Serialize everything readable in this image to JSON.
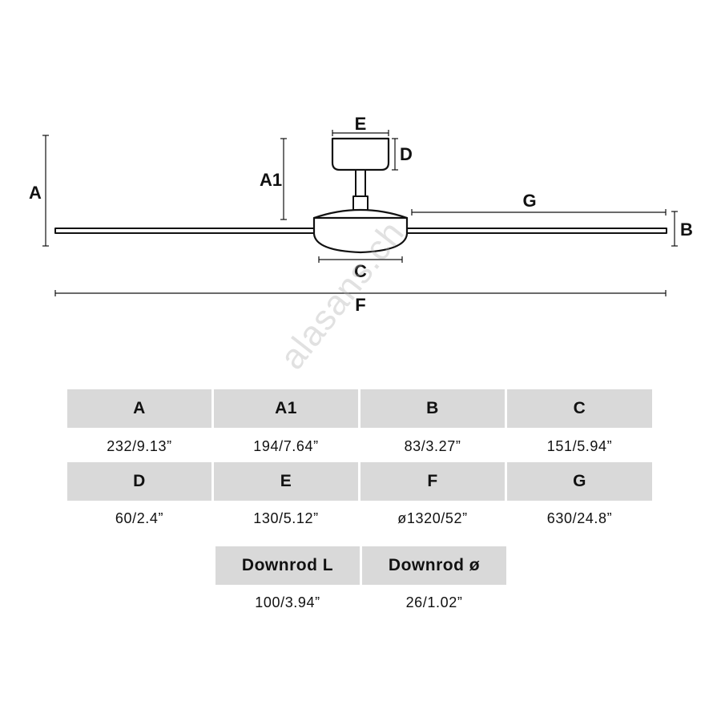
{
  "diagram": {
    "labels": {
      "A": "A",
      "A1": "A1",
      "B": "B",
      "C": "C",
      "D": "D",
      "E": "E",
      "F": "F",
      "G": "G"
    }
  },
  "specs": {
    "rows": [
      {
        "cells": [
          {
            "header": "A",
            "value": "232/9.13”"
          },
          {
            "header": "A1",
            "value": "194/7.64”"
          },
          {
            "header": "B",
            "value": "83/3.27”"
          },
          {
            "header": "C",
            "value": "151/5.94”"
          }
        ]
      },
      {
        "cells": [
          {
            "header": "D",
            "value": "60/2.4”"
          },
          {
            "header": "E",
            "value": "130/5.12”"
          },
          {
            "header": "F",
            "value": "ø1320/52”"
          },
          {
            "header": "G",
            "value": "630/24.8”"
          }
        ]
      },
      {
        "cells": [
          {
            "header": "Downrod L",
            "value": "100/3.94”"
          },
          {
            "header": "Downrod ø",
            "value": "26/1.02”"
          }
        ]
      }
    ]
  },
  "watermark": "alasans.ch"
}
